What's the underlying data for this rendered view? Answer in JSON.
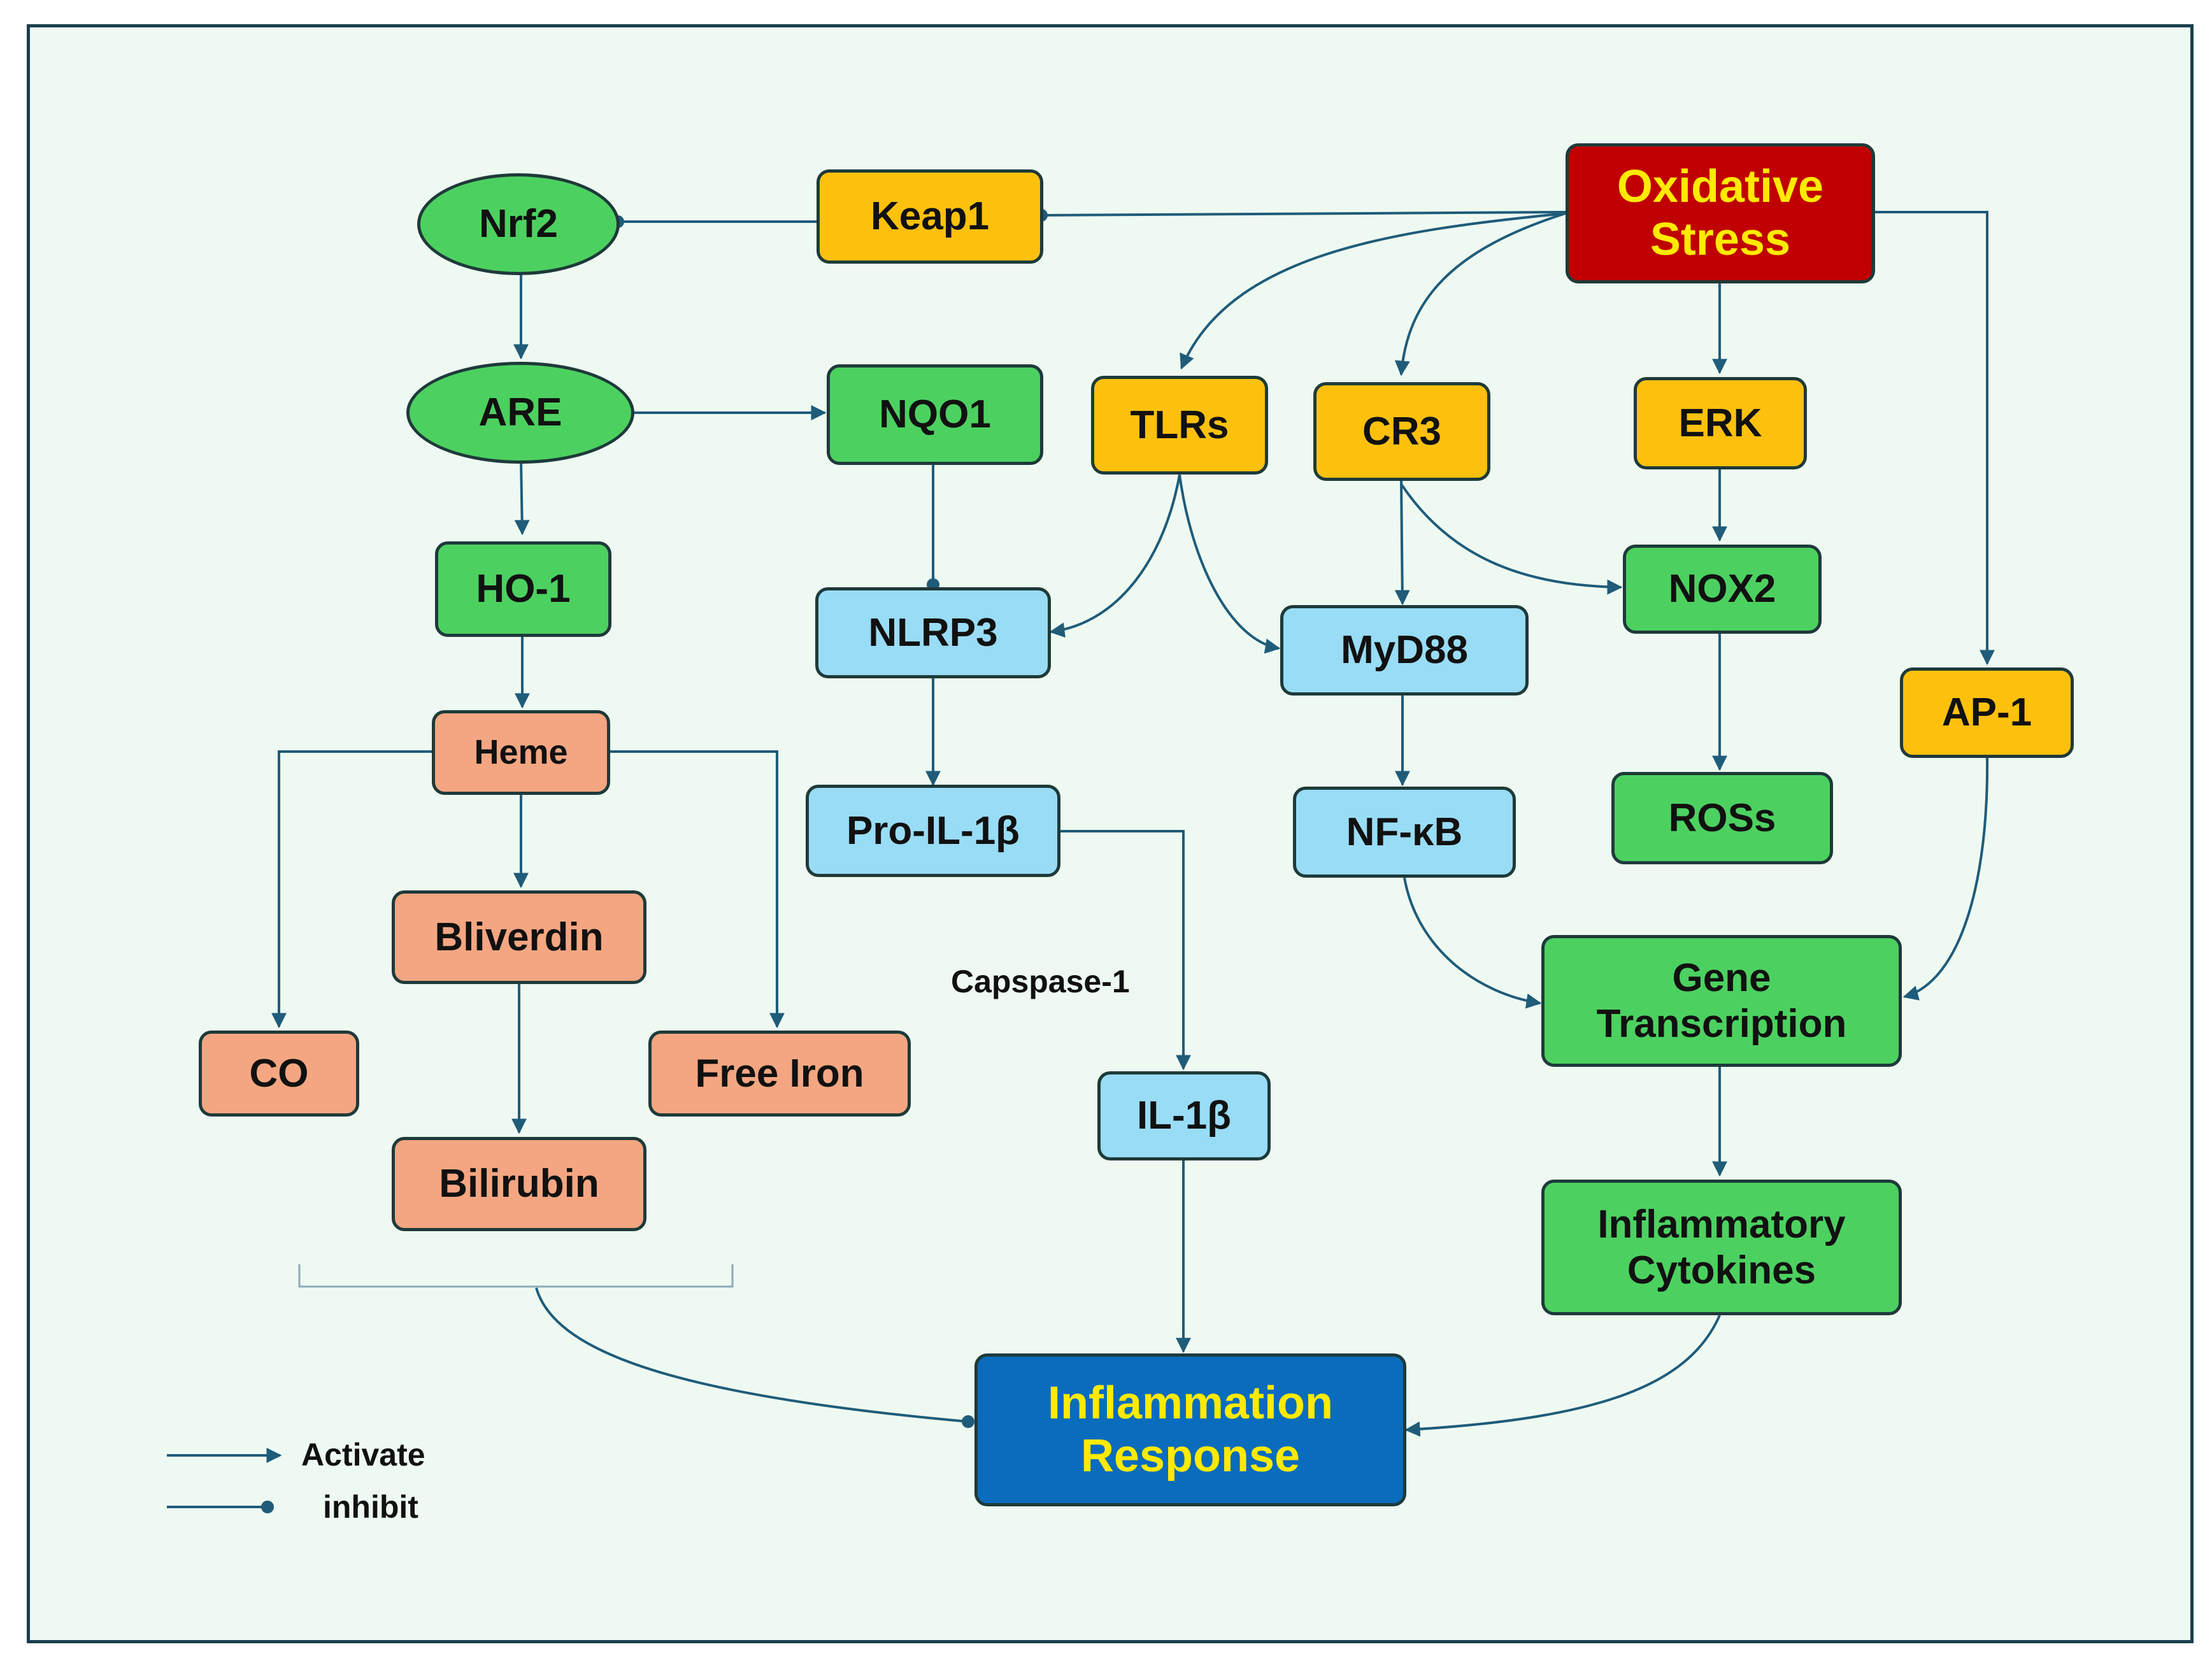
{
  "nodes": {
    "nrf2": "Nrf2",
    "keap1": "Keap1",
    "oxidative_stress": "Oxidative\nStress",
    "are": "ARE",
    "nqo1": "NQO1",
    "tlrs": "TLRs",
    "cr3": "CR3",
    "erk": "ERK",
    "ho1": "HO-1",
    "nlrp3": "NLRP3",
    "myd88": "MyD88",
    "nox2": "NOX2",
    "ap1": "AP-1",
    "heme": "Heme",
    "pro_il1b": "Pro-IL-1β",
    "nfkb": "NF-κB",
    "ros": "ROSs",
    "biliverdin": "Bliverdin",
    "gene_transcription": "Gene\nTranscription",
    "co": "CO",
    "free_iron": "Free Iron",
    "il1b": "IL-1β",
    "bilirubin": "Bilirubin",
    "inflammatory_cytokines": "Inflammatory\nCytokines",
    "inflammation_response": "Inflammation\nResponse"
  },
  "edge_labels": {
    "caspase": "Capspase-1"
  },
  "legend": {
    "activate": "Activate",
    "inhibit": "inhibit"
  },
  "colors": {
    "edge": "#1f5c7a",
    "green": "#4cd160",
    "orange": "#fdc10d",
    "blue": "#99dcf5",
    "salmon": "#f3a681",
    "red": "#c00000",
    "navy": "#0a6cbc",
    "highlight_text": "#ffea00"
  }
}
